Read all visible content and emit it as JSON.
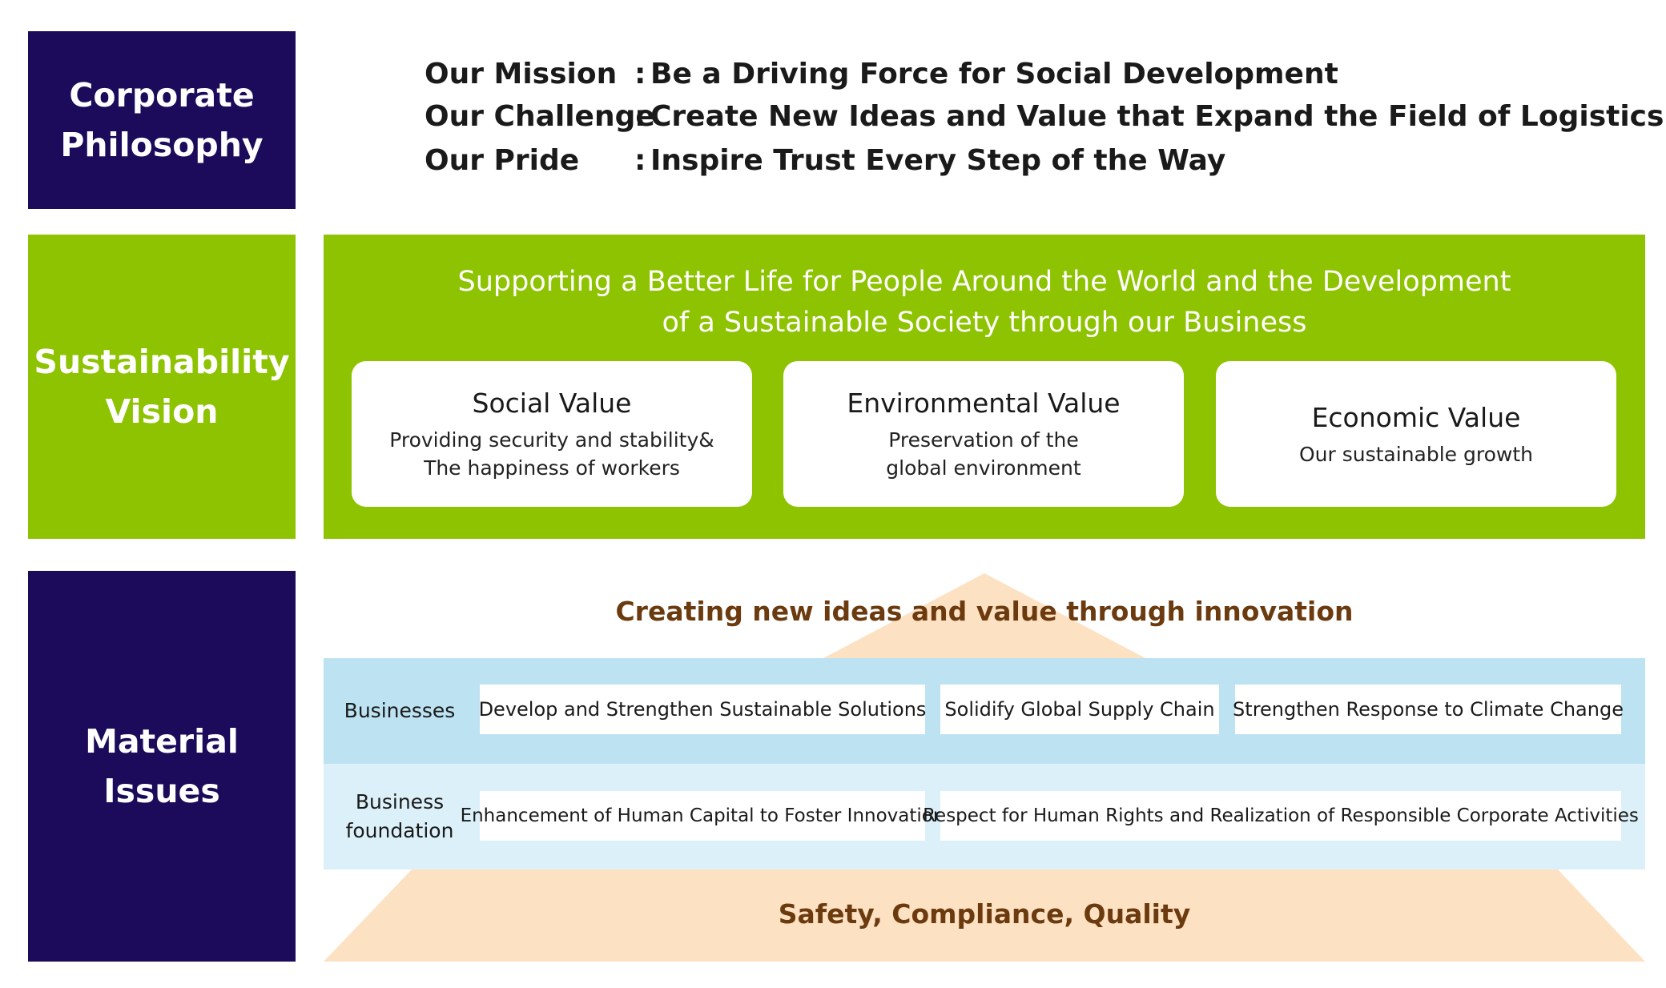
{
  "sections": {
    "philosophy_label": "Corporate\nPhilosophy",
    "vision_label": "Sustainability\nVision",
    "material_label": "Material Issues"
  },
  "philosophy": [
    {
      "key": "Our Mission",
      "value": "Be a Driving Force for Social Development"
    },
    {
      "key": "Our Challenge",
      "value": "Create New Ideas and Value that Expand the Field of Logistics"
    },
    {
      "key": "Our Pride",
      "value": "Inspire Trust Every Step of the Way"
    }
  ],
  "vision": {
    "headline": "Supporting a Better Life for People Around the World and the Development\nof a Sustainable Society through our Business",
    "values": [
      {
        "title": "Social Value",
        "desc": "Providing security and stability&\nThe happiness of workers"
      },
      {
        "title": "Environmental Value",
        "desc": "Preservation of the\nglobal environment"
      },
      {
        "title": "Economic Value",
        "desc": "Our sustainable growth"
      }
    ]
  },
  "material": {
    "innovation": "Creating  new ideas and value through innovation",
    "businesses_label": "Businesses",
    "businesses": [
      "Develop and Strengthen Sustainable Solutions",
      "Solidify Global Supply Chain",
      "Strengthen Response to Climate Change"
    ],
    "foundation_label": "Business\nfoundation",
    "foundation": [
      "Enhancement of Human Capital to Foster Innovation",
      "Respect for Human Rights and Realization of Responsible Corporate Activities"
    ],
    "base": "Safety, Compliance, Quality"
  },
  "colors": {
    "navy": "#1c0a5a",
    "green": "#8dc300",
    "light_blue": "#bde3f2",
    "pale_blue": "#dcf0f9",
    "peach": "#fde1c3",
    "brown_text": "#6b3b0f"
  }
}
